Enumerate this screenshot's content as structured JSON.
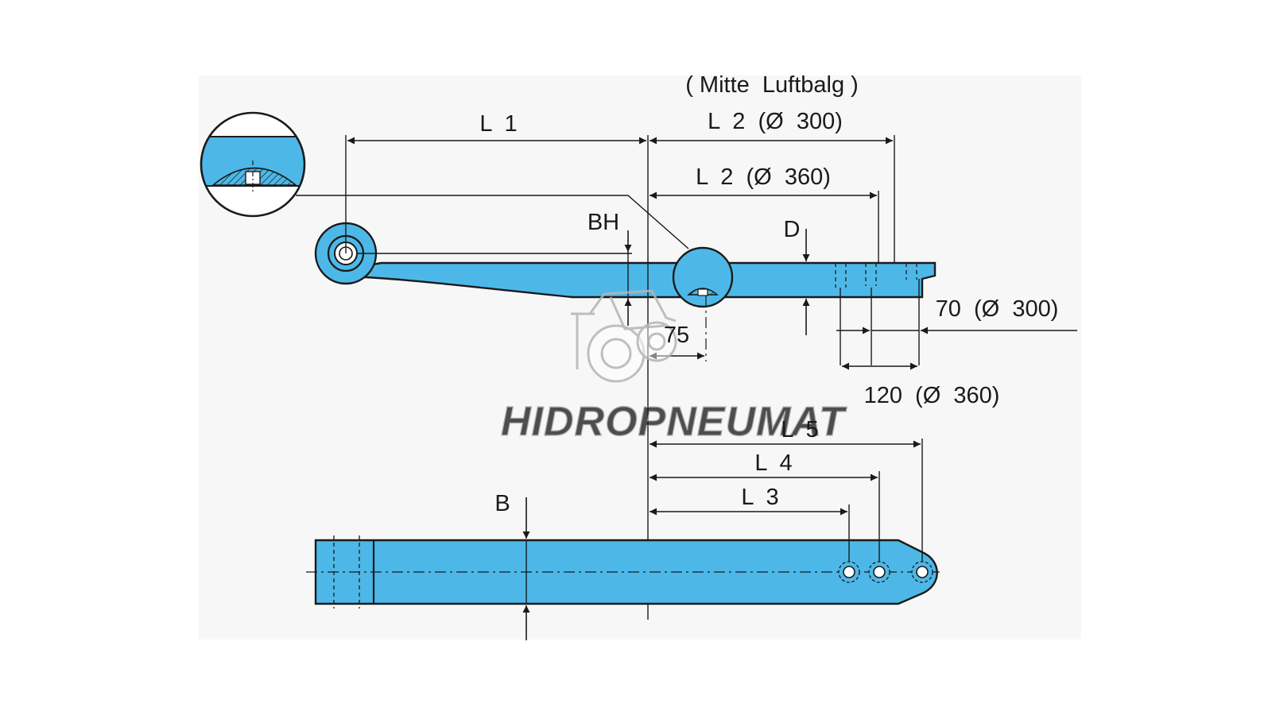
{
  "colors": {
    "part_fill": "#4db8e8",
    "line": "#1a1a1a",
    "panel": "#f7f7f7"
  },
  "diagram": {
    "labels": {
      "mitte_luftbalg": "( Mitte  Luftbalg )",
      "l1": "L  1",
      "l2_300": "L  2  (Ø  300)",
      "l2_360": "L  2  (Ø  360)",
      "bh": "BH",
      "d": "D",
      "seventy_five": "75",
      "seventy_300": "70  (Ø  300)",
      "onetwenty_360": "120  (Ø  360)",
      "l5": "L  5",
      "l4": "L  4",
      "l3": "L  3",
      "b": "B"
    },
    "watermark": {
      "text": "HIDROPNEUMAT",
      "icon": "tractor-logo-icon"
    }
  }
}
